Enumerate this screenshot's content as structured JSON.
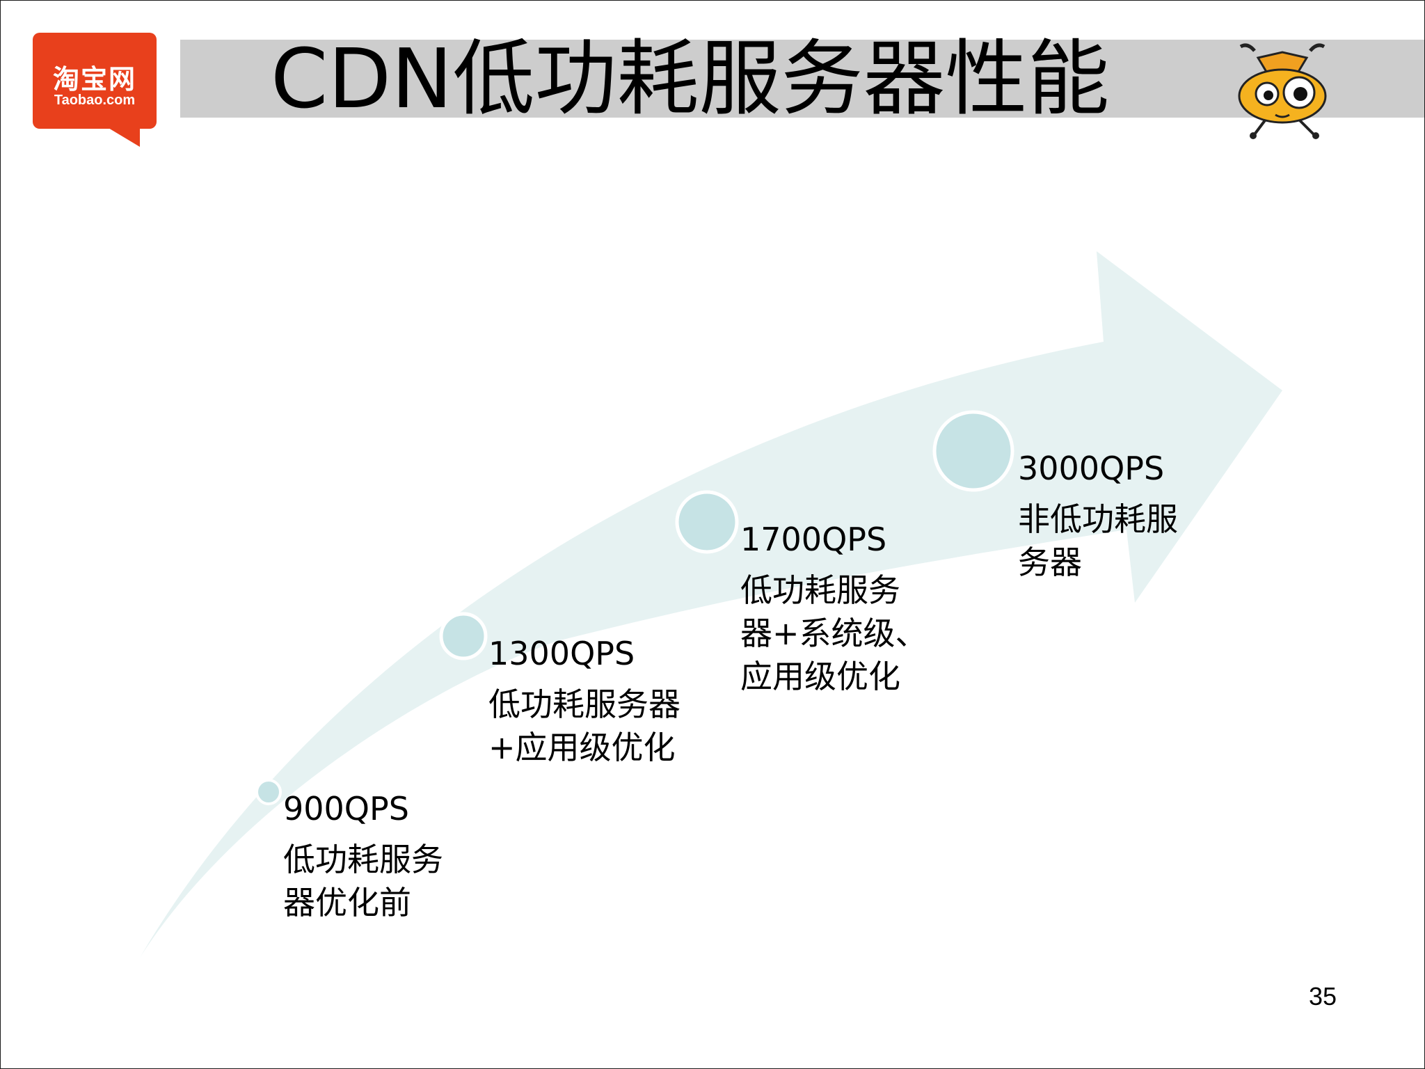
{
  "logo": {
    "name": "淘宝网",
    "domain": "Taobao.com"
  },
  "title": "CDN低功耗服务器性能",
  "nodes": [
    {
      "qps": "900QPS",
      "desc_line1": "低功耗服务",
      "desc_line2": "器优化前",
      "desc_line3": ""
    },
    {
      "qps": "1300QPS",
      "desc_line1": "低功耗服务器",
      "desc_line2": "+应用级优化",
      "desc_line3": ""
    },
    {
      "qps": "1700QPS",
      "desc_line1": "低功耗服务",
      "desc_line2": "器+系统级、",
      "desc_line3": "应用级优化"
    },
    {
      "qps": "3000QPS",
      "desc_line1": "非低功耗服",
      "desc_line2": "务器",
      "desc_line3": ""
    }
  ],
  "page_number": "35",
  "colors": {
    "logo_red": "#e8401c",
    "arrow_fill": "#e6f2f2",
    "circle_fill": "#c6e3e5",
    "title_bar": "#cdcdcd"
  },
  "icons": {
    "mascot": "ant-mascot-icon"
  }
}
